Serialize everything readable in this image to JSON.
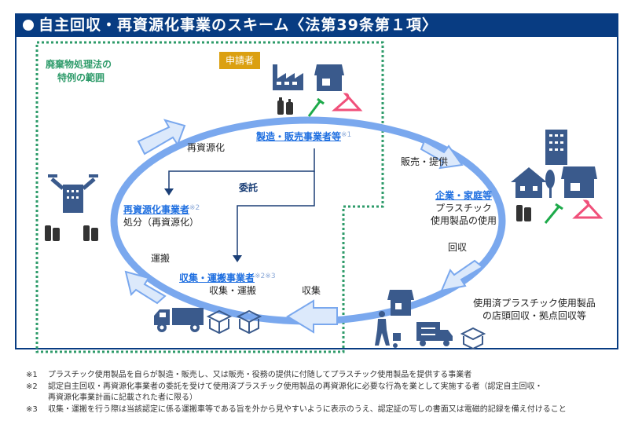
{
  "title": "自主回収・再資源化事業のスキーム〈法第39条第１項〉",
  "scope_label": [
    "廃棄物処理法の",
    "特例の範囲"
  ],
  "applicant_badge": "申請者",
  "actors": {
    "manufacturer": {
      "name": "製造・販売事業者等",
      "note": "※1"
    },
    "recycler": {
      "name": "再資源化事業者",
      "note": "※2",
      "role": "処分（再資源化）"
    },
    "collector": {
      "name": "収集・運搬事業者",
      "note": "※2※3",
      "role": "収集・運搬"
    },
    "consumer": {
      "name": "企業・家庭等",
      "lines": [
        "プラスチック",
        "使用製品の使用"
      ]
    }
  },
  "flow_labels": {
    "recycle": "再資源化",
    "sell": "販売・提供",
    "collect_back": "回収",
    "transport": "運搬",
    "collection": "収集",
    "consign": "委託"
  },
  "store_collection": [
    "使用済プラスチック使用製品",
    "の店頭回収・拠点回収等"
  ],
  "icons": {
    "manufacturer": [
      "factory-icon",
      "store-icon",
      "bottles-icon",
      "toothbrush-icon",
      "hanger-icon"
    ],
    "recycler": [
      "strong-building-icon",
      "bottles-icon",
      "bottles-icon"
    ],
    "consumer": [
      "office-building-icon",
      "house-icon",
      "tree-icon",
      "store-icon",
      "bottles-icon",
      "toothbrush-icon",
      "hanger-icon"
    ],
    "collector": [
      "truck-icon",
      "box-icon",
      "box-icon"
    ],
    "store_collection": [
      "store-icon",
      "worker-cart-icon",
      "exchange-truck-icon",
      "box-icon"
    ]
  },
  "notes": [
    {
      "mark": "※1",
      "lines": [
        "プラスチック使用製品を自らが製造・販売し、又は販売・役務の提供に付随してプラスチック使用製品を提供する事業者"
      ]
    },
    {
      "mark": "※2",
      "lines": [
        "認定自主回収・再資源化事業者の委託を受けて使用済プラスチック使用製品の再資源化に必要な行為を業として実施する者（認定自主回収・",
        "再資源化事業計画に記載された者に限る）"
      ]
    },
    {
      "mark": "※3",
      "lines": [
        "収集・運搬を行う際は当該認定に係る運搬車等である旨を外から見やすいように表示のうえ、認定証の写しの書面又は電磁的記録を備え付けること"
      ]
    }
  ],
  "colors": {
    "navy": "#083c82",
    "icon_navy": "#3a5a8c",
    "ring": "#7aa8ee",
    "arrow_fill": "#dce9fb",
    "green_dotted": "#2e9b6a",
    "actor_blue": "#1f6fe0",
    "badge": "#dba012",
    "toothbrush": "#1daa4a",
    "hanger": "#f0507a",
    "bottle": "#333333"
  }
}
